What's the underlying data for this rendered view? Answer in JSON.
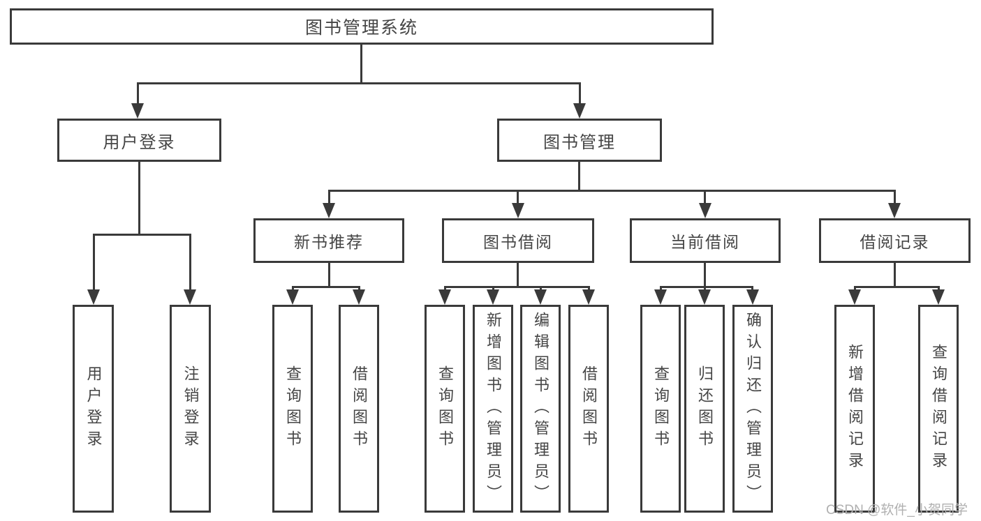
{
  "title": {
    "label": "图书管理系统"
  },
  "level2": [
    {
      "label": "用户登录"
    },
    {
      "label": "图书管理"
    }
  ],
  "level3": [
    {
      "label": "新书推荐"
    },
    {
      "label": "图书借阅"
    },
    {
      "label": "当前借阅"
    },
    {
      "label": "借阅记录"
    }
  ],
  "leaves": [
    {
      "label": "用户登录"
    },
    {
      "label": "注销登录"
    },
    {
      "label": "查询图书"
    },
    {
      "label": "借阅图书"
    },
    {
      "label": "查询图书"
    },
    {
      "label": "新增图书（管理员）"
    },
    {
      "label": "编辑图书（管理员）"
    },
    {
      "label": "借阅图书"
    },
    {
      "label": "查询图书"
    },
    {
      "label": "归还图书"
    },
    {
      "label": "确认归还（管理员）"
    },
    {
      "label": "新增借阅记录"
    },
    {
      "label": "查询借阅记录"
    }
  ],
  "watermark": {
    "text": "CSDN @软件_小贺同学"
  },
  "colors": {
    "line": "#3a3a3a",
    "text": "#454545",
    "watermark": "#b0b0b0",
    "background": "#ffffff"
  }
}
